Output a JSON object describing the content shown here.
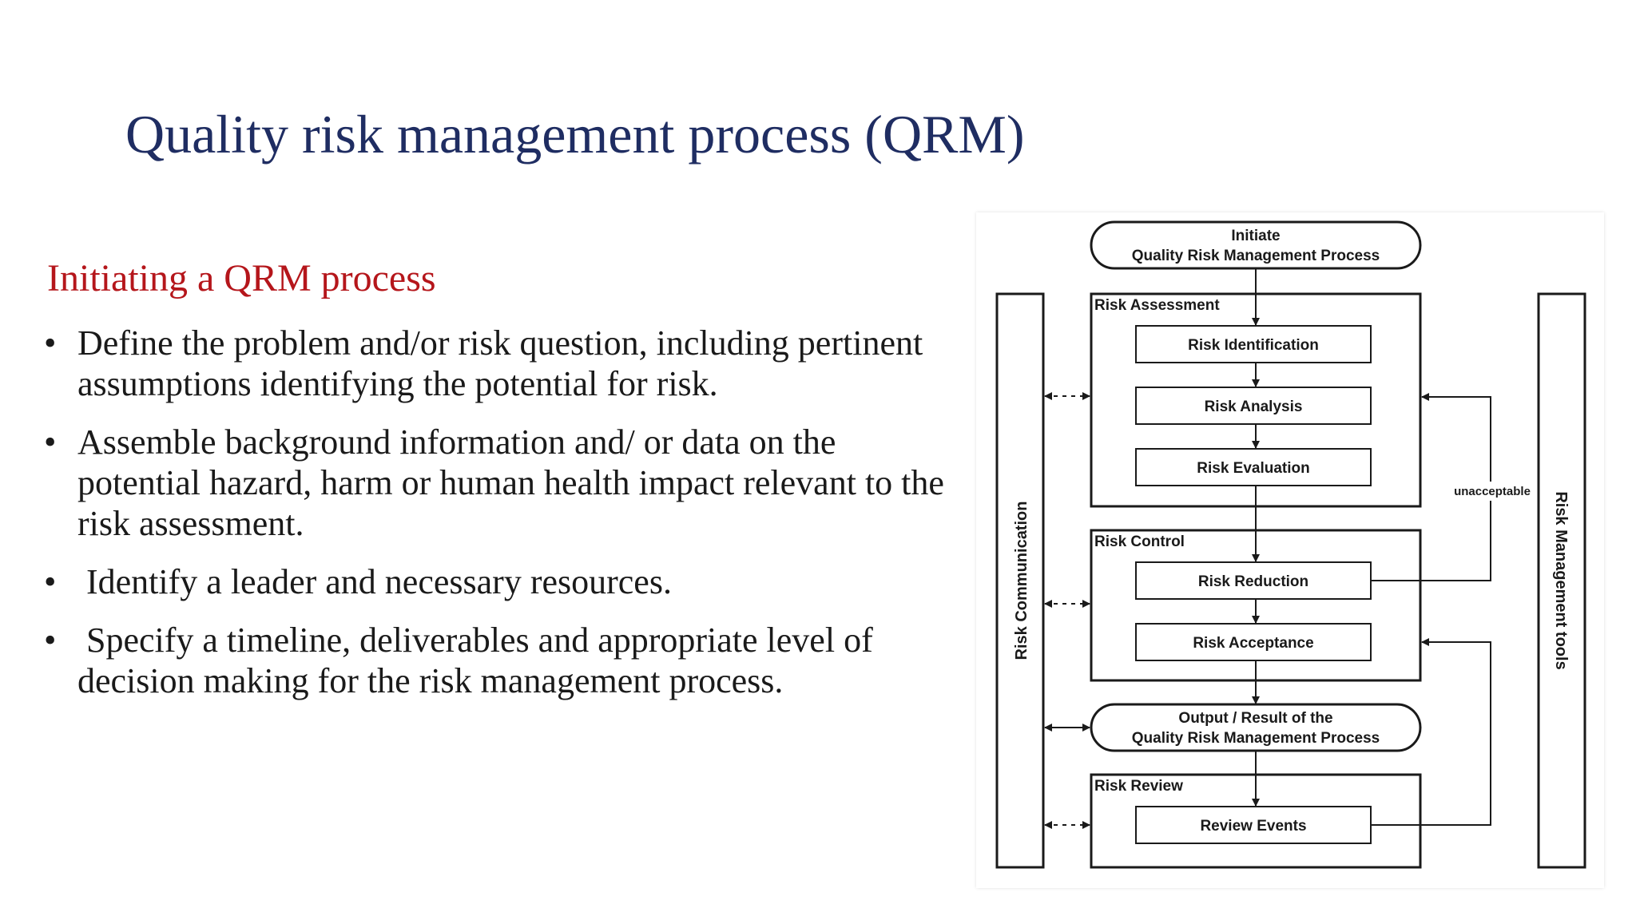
{
  "slide": {
    "title": "Quality risk management process (QRM)",
    "subheading": "Initiating a QRM process",
    "bullet_symbol": "•",
    "bullets": [
      "Define the problem and/or risk question, including pertinent assumptions identifying the potential for risk.",
      "Assemble background information and/ or data on the potential hazard, harm or human health impact relevant to the risk assessment.",
      "Identify a leader and necessary resources.",
      "Specify a timeline, deliverables and appropriate level of decision making for the risk management process."
    ]
  },
  "diagram": {
    "initiate_line1": "Initiate",
    "initiate_line2": "Quality Risk Management Process",
    "risk_assessment_label": "Risk Assessment",
    "risk_identification": "Risk Identification",
    "risk_analysis": "Risk Analysis",
    "risk_evaluation": "Risk Evaluation",
    "risk_control_label": "Risk Control",
    "risk_reduction": "Risk Reduction",
    "risk_acceptance": "Risk Acceptance",
    "output_line1": "Output / Result of the",
    "output_line2": "Quality Risk Management Process",
    "risk_review_label": "Risk Review",
    "review_events": "Review Events",
    "risk_communication": "Risk Communication",
    "risk_management_tools": "Risk Management tools",
    "unacceptable": "unacceptable"
  },
  "colors": {
    "title": "#1f2d62",
    "subheading": "#b5161b",
    "body_text": "#1a1a1a",
    "diagram_stroke": "#1a1a1a"
  }
}
